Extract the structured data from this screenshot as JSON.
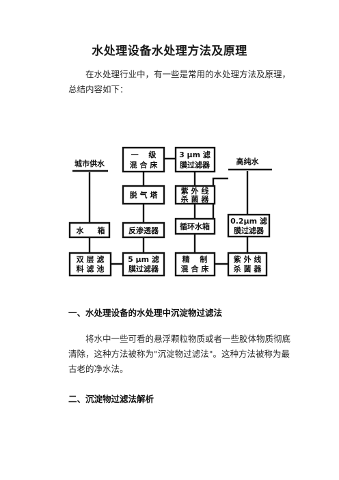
{
  "document": {
    "title": "水处理设备水处理方法及原理",
    "intro": "在水处理行业中，有一些是常用的水处理方法及原理，总结内容如下：",
    "section1_heading": "一、水处理设备的水处理中沉淀物过滤法",
    "section1_body": "将水中一些可看的悬浮颗粒物质或者一些胶体物质彻底清除，这种方法被称为\"沉淀物过滤法\"。这种方法被称为最古老的净水法。",
    "section2_heading": "二、沉淀物过滤法解析"
  },
  "diagram": {
    "city_water": "城市供水",
    "high_purity_water": "高纯水",
    "water_tank": [
      "水",
      "箱"
    ],
    "dual_filter": [
      "双 层 滤",
      "料 滤 池"
    ],
    "filter_5um": [
      "5 μm 滤",
      "膜过滤器"
    ],
    "reverse_osmosis": "反渗透器",
    "degasser": "脱 气 塔",
    "primary_mixed_bed": [
      "一　 级",
      "混 合 床"
    ],
    "filter_3um": [
      "3 μm 滤",
      "膜过滤器"
    ],
    "uv_sterilizer_1": [
      "紫 外 线",
      "杀 菌 器"
    ],
    "circulating_tank": "循环水箱",
    "polishing_mixed_bed": [
      "精　 制",
      "混 合 床"
    ],
    "uv_sterilizer_2": [
      "紫 外 线",
      "杀 菌 器"
    ],
    "filter_02um": [
      "0.2μm 滤",
      "膜过滤器"
    ]
  }
}
